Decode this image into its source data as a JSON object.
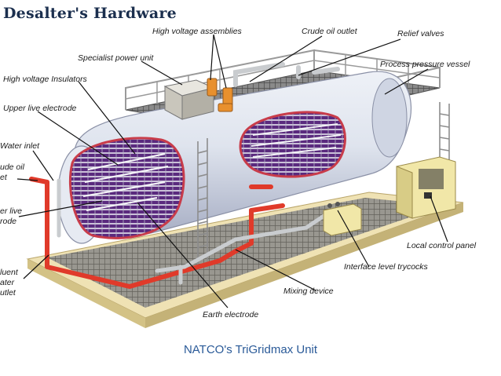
{
  "title": "Desalter's Hardware",
  "caption": "NATCO's TriGridmax Unit",
  "labels": {
    "high_voltage_assemblies": "High voltage assemblies",
    "crude_oil_outlet": "Crude oil outlet",
    "relief_valves": "Relief valves",
    "specialist_power_unit": "Specialist power unit",
    "process_pressure_vessel": "Process pressure vessel",
    "high_voltage_insulators": "High voltage Insulators",
    "upper_live_electrode": "Upper live electrode",
    "water_inlet": "Water inlet",
    "crude_oil_inlet_line1": "ude oil",
    "crude_oil_inlet_line2": "et",
    "lower_live_electrode_line1": "er live",
    "lower_live_electrode_line2": "rode",
    "effluent_water_outlet_line1": "luent",
    "effluent_water_outlet_line2": "ater",
    "effluent_water_outlet_line3": "utlet",
    "local_control_panel": "Local control panel",
    "interface_level_trycocks": "Interface level trycocks",
    "mixing_device": "Mixing device",
    "earth_electrode": "Earth electrode"
  },
  "colors": {
    "vessel": "#dfe4ee",
    "vessel_shadow": "#a7aec4",
    "cutaway": "#5a2a7e",
    "cutaway_rim": "#c83c4a",
    "pipe_red": "#e03a2a",
    "pipe_grey": "#c9cccf",
    "skid": "#efe2b4",
    "grating": "#6b6b6b",
    "panel": "#f1e7a8",
    "valve_orange": "#e8902e",
    "title": "#1b2f4e",
    "caption": "#2a5a98"
  }
}
